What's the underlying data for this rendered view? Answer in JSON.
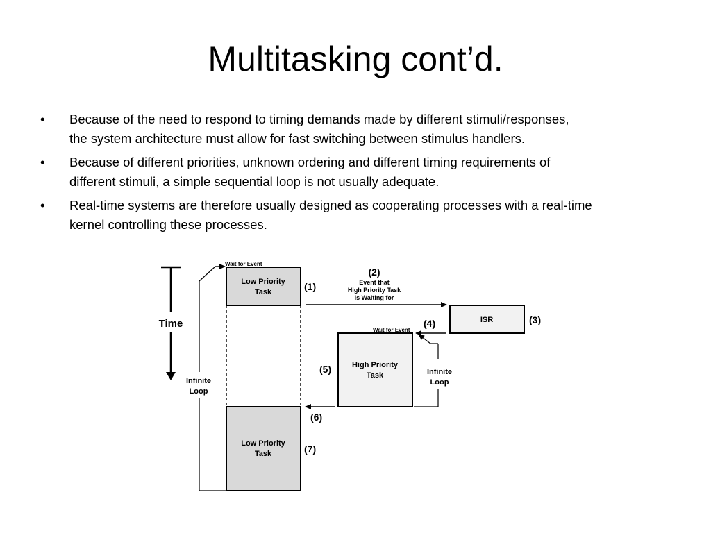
{
  "title": "Multitasking cont’d.",
  "bullet_symbol": "•",
  "bullets": [
    {
      "line1": "Because of the need to respond to timing demands made by different stimuli/responses,",
      "line2": "the system architecture must allow for fast switching between stimulus handlers."
    },
    {
      "line1": "Because of different priorities, unknown ordering and different timing requirements of",
      "line2": "different stimuli, a simple sequential loop is not usually adequate."
    },
    {
      "line1": "Real-time systems are therefore usually designed as cooperating processes with a real-time",
      "line2": "kernel controlling these processes."
    }
  ],
  "diagram": {
    "time_label": "Time",
    "left_loop_label": [
      "Infinite",
      "Loop"
    ],
    "wait_for_event_top": "Wait for Event",
    "low_task_top": [
      "Low Priority",
      "Task"
    ],
    "step1": "(1)",
    "step2": "(2)",
    "event_label": [
      "Event that",
      "High Priority Task",
      "is Waiting for"
    ],
    "isr_label": "ISR",
    "step3": "(3)",
    "wait_for_event_high": "Wait for Event",
    "step4": "(4)",
    "high_task": [
      "High Priority",
      "Task"
    ],
    "step5": "(5)",
    "right_loop_label": [
      "Infinite",
      "Loop"
    ],
    "step6": "(6)",
    "low_task_bottom": [
      "Low Priority",
      "Task"
    ],
    "step7": "(7)"
  }
}
